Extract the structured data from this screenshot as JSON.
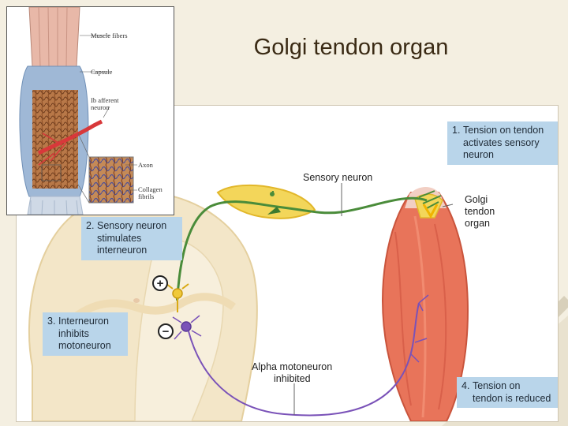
{
  "title": "Golgi tendon organ",
  "callouts": {
    "c1": {
      "num": "1.",
      "lines": [
        "Tension on tendon",
        "activates sensory",
        "neuron"
      ]
    },
    "c2": {
      "num": "2.",
      "lines": [
        "Sensory neuron",
        "stimulates",
        "interneuron"
      ]
    },
    "c3": {
      "num": "3.",
      "lines": [
        "Interneuron",
        "inhibits",
        "motoneuron"
      ]
    },
    "c4": {
      "num": "4.",
      "lines": [
        "Tension on",
        "tendon is reduced"
      ]
    }
  },
  "labels": {
    "sensory_neuron": "Sensory neuron",
    "golgi": [
      "Golgi",
      "tendon",
      "organ"
    ],
    "alpha": [
      "Alpha motoneuron",
      "inhibited"
    ],
    "plus": "+",
    "minus": "−"
  },
  "inset_labels": {
    "muscle_fibers": "Muscle fibers",
    "capsule": "Capsule",
    "ib_afferent": [
      "Ib afferent",
      "neuron"
    ],
    "axon": "Axon",
    "collagen": [
      "Collagen",
      "fibrils"
    ]
  }
}
